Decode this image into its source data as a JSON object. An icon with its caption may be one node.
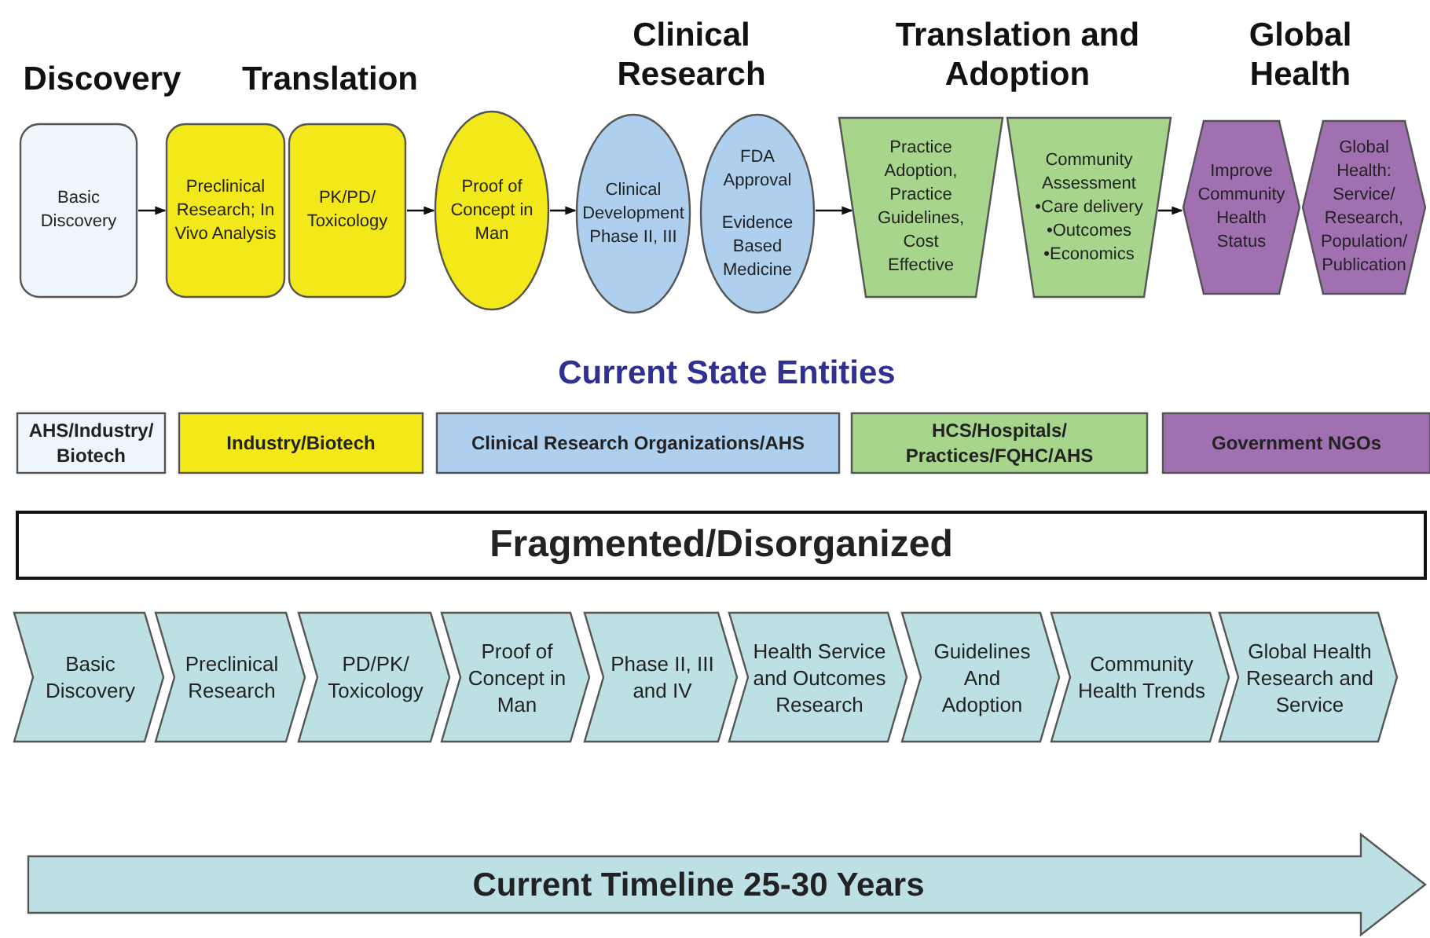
{
  "diagram": {
    "nodes": [
      {
        "text": [
          "Basic Discovery"
        ]
      },
      {
        "text": [
          "Preclinical Research; In Vivo Analysis"
        ]
      },
      {
        "text": [
          "PK/PD/ Toxicology"
        ]
      },
      {
        "text": [
          "Proof of Concept in Man"
        ]
      },
      {
        "text": [
          "Clinical Development Phase II, III"
        ]
      },
      {
        "text": [
          "FDA Approval",
          "Evidence Based Medicine"
        ]
      },
      {
        "text": [
          "Practice Adoption, Practice Guidelines, Cost Effective"
        ]
      },
      {
        "text": [
          "Community Assessment •Care delivery •Outcomes •Economics"
        ]
      },
      {
        "text": [
          "Improve Community Health Status"
        ]
      },
      {
        "text": [
          "Global Health: Service/ Research, Population/ Publication"
        ]
      },
      {
        "text": [
          "AHS/Industry/ Biotech"
        ]
      },
      {
        "text": [
          "Industry/Biotech"
        ]
      },
      {
        "text": [
          "Clinical Research Organizations/AHS"
        ]
      },
      {
        "text": [
          "HCS/Hospitals/ Practices/FQHC/AHS"
        ]
      },
      {
        "text": [
          "Government NGOs"
        ]
      },
      {
        "text": [
          "Fragmented/Disorganized"
        ]
      },
      {
        "text": [
          "Basic Discovery"
        ]
      },
      {
        "text": [
          "Preclinical Research"
        ]
      },
      {
        "text": [
          "PD/PK/ Toxicology"
        ]
      },
      {
        "text": [
          "Proof of Concept in Man"
        ]
      },
      {
        "text": [
          "Phase II, III and IV"
        ]
      },
      {
        "text": [
          "Health Service and Outcomes Research"
        ]
      },
      {
        "text": [
          "Guidelines And Adoption"
        ]
      },
      {
        "text": [
          "Community Health Trends"
        ]
      },
      {
        "text": [
          "Global Health Research and Service"
        ]
      },
      {
        "text": [
          "Current Timeline 25-30 Years"
        ]
      }
    ],
    "edges": [
      {
        "from": 0,
        "to": 1,
        "arrow": "to"
      },
      {
        "from": 2,
        "to": 3,
        "arrow": "to"
      },
      {
        "from": 3,
        "to": 4,
        "arrow": "to"
      },
      {
        "from": 5,
        "to": 6,
        "arrow": "to"
      },
      {
        "from": 7,
        "to": 8,
        "arrow": "to"
      }
    ],
    "labels": [
      "Discovery",
      "Translation",
      "Clinical Research",
      "Translation and Adoption",
      "Global Health",
      "Current State Entities"
    ]
  }
}
